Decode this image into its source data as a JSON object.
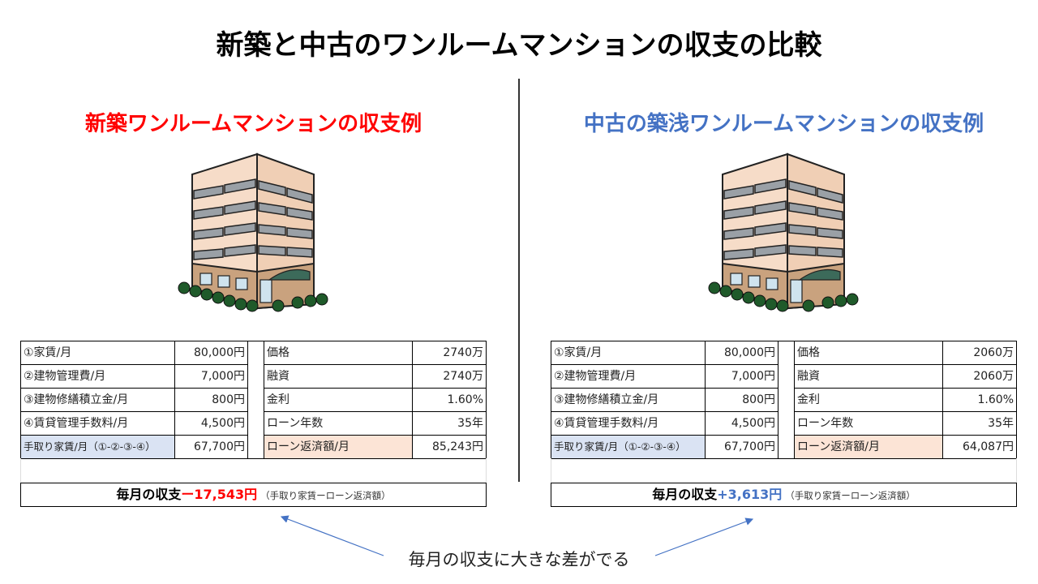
{
  "title": "新築と中古のワンルームマンションの収支の比較",
  "colors": {
    "new": "#ff0000",
    "used": "#4472c4",
    "income_bg": "#dae3f3",
    "loan_bg": "#fce4d6"
  },
  "panels": [
    {
      "heading": "新築ワンルームマンションの収支例",
      "rows": [
        {
          "label": "①家賃/月",
          "value": "80,000円",
          "label2": "価格",
          "value2": "2740万"
        },
        {
          "label": "②建物管理費/月",
          "value": "7,000円",
          "label2": "融資",
          "value2": "2740万"
        },
        {
          "label": "③建物修繕積立金/月",
          "value": "800円",
          "label2": "金利",
          "value2": "1.60%"
        },
        {
          "label": "④賃貸管理手数料/月",
          "value": "4,500円",
          "label2": "ローン年数",
          "value2": "35年"
        }
      ],
      "net_label": "手取り家賃/月（①-②-③-④）",
      "net_value": "67,700円",
      "loan_label": "ローン返済額/月",
      "loan_value": "85,243円",
      "summary_label": "毎月の収支",
      "summary_value": "ー17,543円",
      "summary_note": "（手取り家賃ーローン返済額）"
    },
    {
      "heading": "中古の築浅ワンルームマンションの収支例",
      "rows": [
        {
          "label": "①家賃/月",
          "value": "80,000円",
          "label2": "価格",
          "value2": "2060万"
        },
        {
          "label": "②建物管理費/月",
          "value": "7,000円",
          "label2": "融資",
          "value2": "2060万"
        },
        {
          "label": "③建物修繕積立金/月",
          "value": "800円",
          "label2": "金利",
          "value2": "1.60%"
        },
        {
          "label": "④賃貸管理手数料/月",
          "value": "4,500円",
          "label2": "ローン年数",
          "value2": "35年"
        }
      ],
      "net_label": "手取り家賃/月（①-②-③-④）",
      "net_value": "67,700円",
      "loan_label": "ローン返済額/月",
      "loan_value": "64,087円",
      "summary_label": "毎月の収支",
      "summary_value": "+3,613円",
      "summary_note": "（手取り家賃ーローン返済額）"
    }
  ],
  "note": "毎月の収支に大きな差がでる"
}
